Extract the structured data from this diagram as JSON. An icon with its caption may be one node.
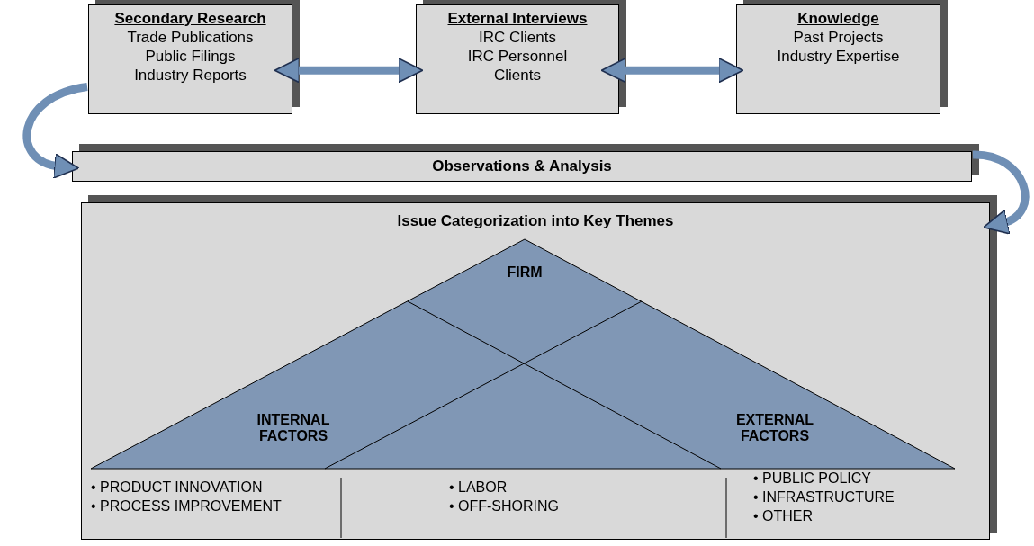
{
  "diagram": {
    "nodes": [
      {
        "text": [
          "Secondary Research",
          "Trade Publications",
          "Public Filings",
          "Industry Reports"
        ]
      },
      {
        "text": [
          "External Interviews",
          "IRC Clients",
          "IRC Personnel",
          "Clients"
        ]
      },
      {
        "text": [
          "Knowledge",
          "Past Projects",
          "Industry Expertise"
        ]
      },
      {
        "text": [
          "Observations & Analysis"
        ]
      },
      {
        "text": [
          "Issue Categorization into Key Themes"
        ]
      },
      {
        "text": [
          "FIRM"
        ],
        "in": 4
      },
      {
        "text": [
          "INTERNAL FACTORS"
        ],
        "in": 4
      },
      {
        "text": [
          "EXTERNAL FACTORS"
        ],
        "in": 4
      }
    ],
    "edges": [
      {
        "from": 0,
        "to": 1,
        "arrow": "both"
      },
      {
        "from": 1,
        "to": 2,
        "arrow": "both"
      },
      {
        "from": 0,
        "to": 3,
        "arrow": "to"
      },
      {
        "from": 3,
        "to": 4,
        "arrow": "to"
      }
    ],
    "labels": [
      "• PRODUCT INNOVATION",
      "• PROCESS IMPROVEMENT",
      "• LABOR",
      "• OFF-SHORING",
      "• PUBLIC POLICY",
      "• INFRASTRUCTURE",
      "• OTHER"
    ]
  }
}
